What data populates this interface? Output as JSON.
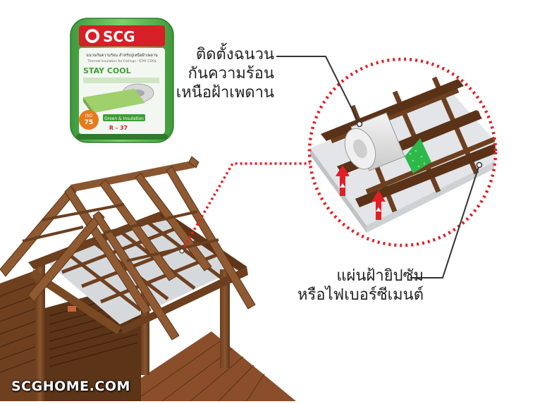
{
  "product": {
    "brand": "SCG",
    "line1": "ฉนวนกันความร้อน สำหรับปูเหนือฝ้าเพดาน",
    "line2": "Thermal Insulation for Ceilings - STAY COOL",
    "name": "STAY COOL",
    "badge_iso": "ISO",
    "badge_value": "75",
    "green_label": "Green & Insulation",
    "r_value": "R - 37"
  },
  "labels": {
    "insulation_line1": "ติดตั้งฉนวน",
    "insulation_line2": "กันความร้อน",
    "insulation_line3": "เหนือฝ้าเพดาน",
    "ceiling_line1": "แผ่นฝ้ายิปซัม",
    "ceiling_line2": "หรือไฟเบอร์ซีเมนต์"
  },
  "watermark": "SCGHOME.COM",
  "colors": {
    "accent_red": "#e21f26",
    "wood": "#7a4a25",
    "wood_dark": "#4e2d14",
    "package_green": "#55b547",
    "ceiling_grey": "#d9dcdf",
    "insulation_green": "#2db84a"
  }
}
